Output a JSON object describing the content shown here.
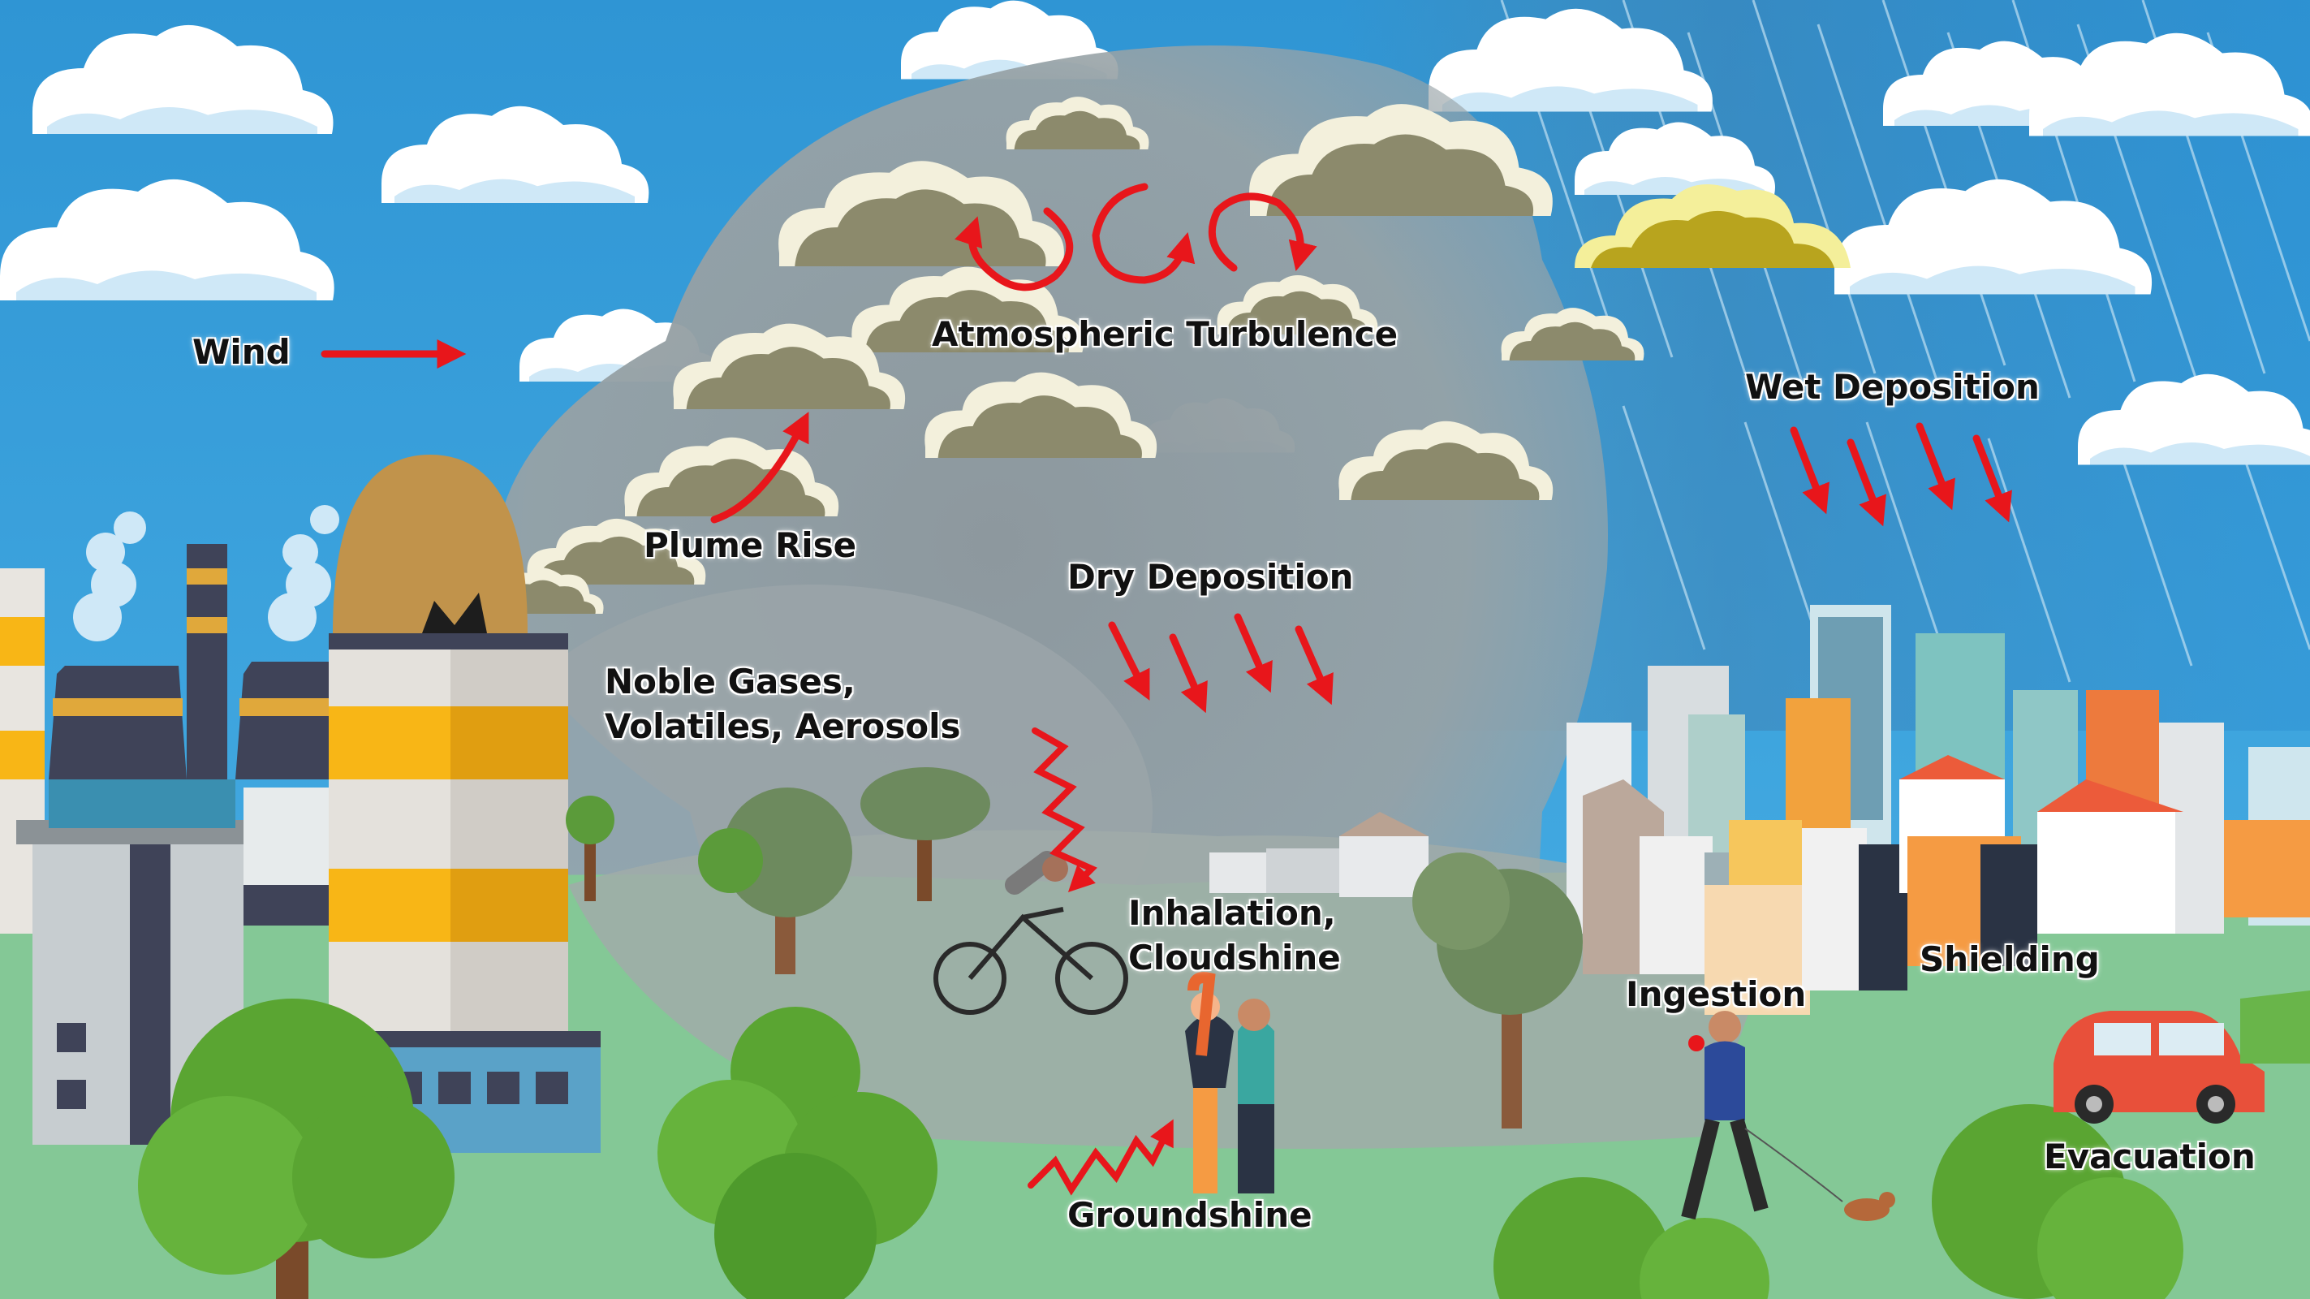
{
  "labels": {
    "wind": "Wind",
    "atmospheric_turbulence": "Atmospheric Turbulence",
    "plume_rise": "Plume Rise",
    "wet_deposition": "Wet Deposition",
    "dry_deposition": "Dry Deposition",
    "release_line1": "Noble Gases,",
    "release_line2": "Volatiles, Aerosols",
    "inhalation_line1": "Inhalation,",
    "inhalation_line2": "Cloudshine",
    "ingestion": "Ingestion",
    "shielding": "Shielding",
    "evacuation": "Evacuation",
    "groundshine": "Groundshine"
  },
  "colors": {
    "sky": "#3aa7e0",
    "plume": "#8f9aa0",
    "smoke_cloud": "#8e8b6e",
    "grass": "#84c896",
    "arrow": "#e8161b",
    "tower_stripe": "#f8b616",
    "rain": "#bfe0f3"
  },
  "icons": [
    "wind-arrow-icon",
    "turbulence-arrows-icon",
    "plume-rise-arrow-icon",
    "deposition-arrows-icon",
    "radiation-wave-icon",
    "cooling-tower-icon",
    "building-icon",
    "tree-icon",
    "person-icon",
    "bicycle-icon",
    "car-icon",
    "dog-icon"
  ]
}
